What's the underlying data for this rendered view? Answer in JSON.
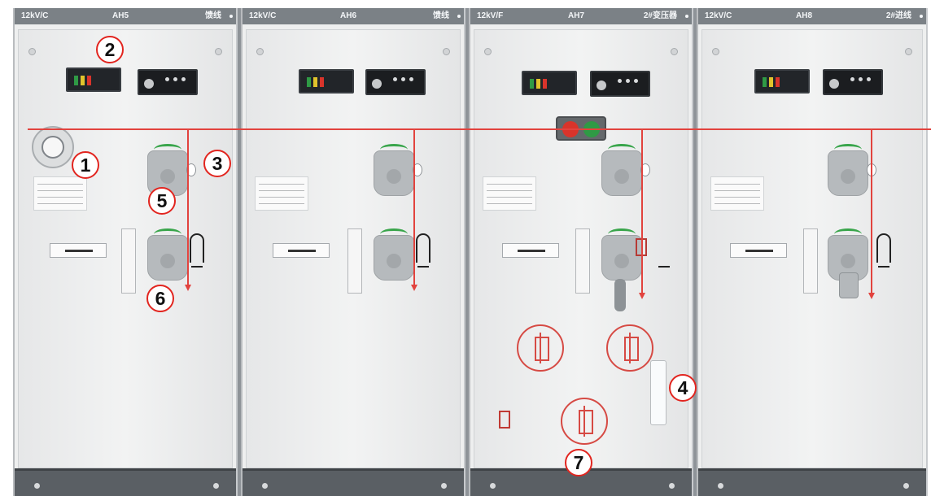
{
  "image": {
    "subject": "row of four 12kV gas-insulated ring main unit switchgear cabinets",
    "cabinets": [
      {
        "voltage": "12kV/C",
        "id": "AH5",
        "function": "馈线"
      },
      {
        "voltage": "12kV/C",
        "id": "AH6",
        "function": "馈线"
      },
      {
        "voltage": "12kV/F",
        "id": "AH7",
        "function": "2#变压器"
      },
      {
        "voltage": "12kV/C",
        "id": "AH8",
        "function": "2#进线"
      }
    ],
    "callouts": [
      "1",
      "2",
      "3",
      "4",
      "5",
      "6",
      "7"
    ],
    "colors": {
      "bus_line": "#e2433e",
      "callout_border": "#e2251f",
      "panel_face": "#eeefef",
      "indicator_red": "#d9342b",
      "indicator_green": "#2f9a45",
      "indicator_yellow": "#e1c32c"
    }
  }
}
